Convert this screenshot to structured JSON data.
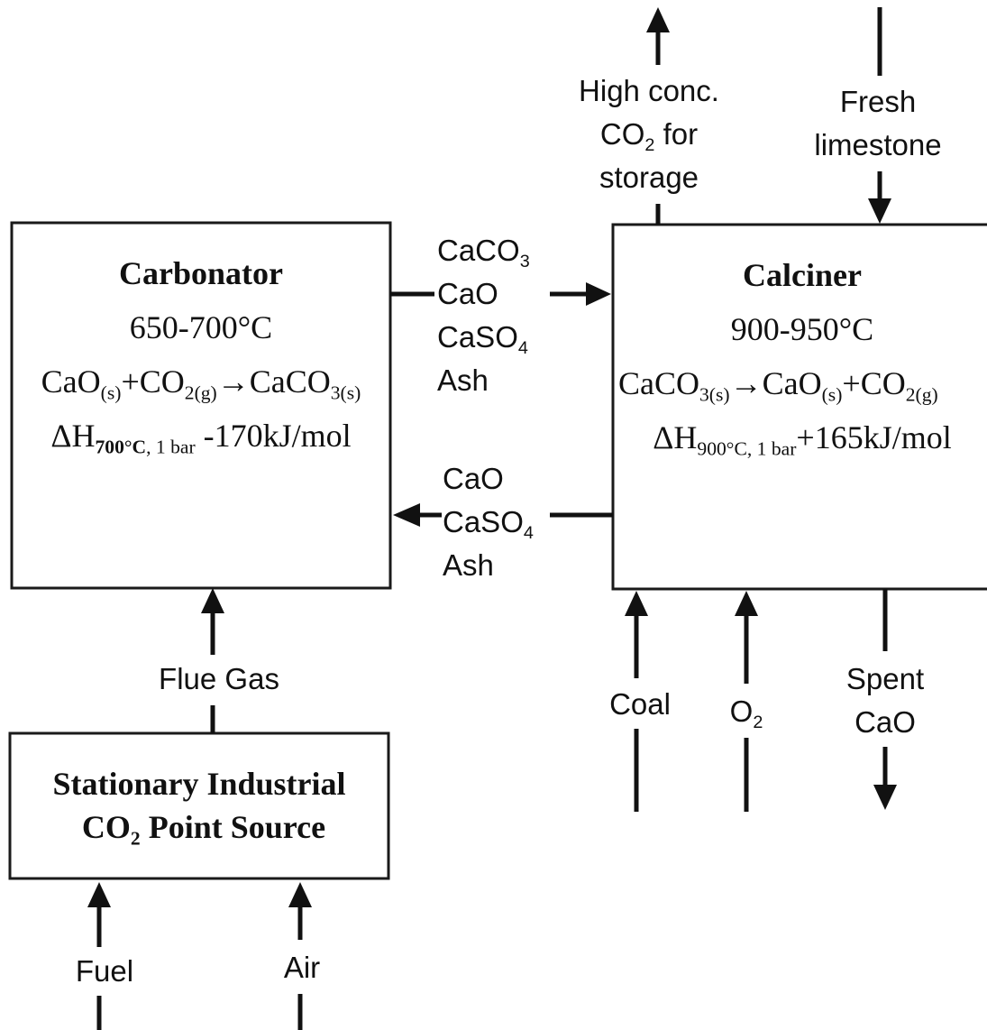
{
  "carbonator": {
    "title": "Carbonator",
    "temperature": "650-700°C",
    "reaction": {
      "p1": "CaO",
      "s1": "(s)",
      "p2": "+CO",
      "s2": "2(g)",
      "p3": "→CaCO",
      "s3": "3(s)"
    },
    "enthalpy": {
      "p1": "ΔH",
      "s1": "700°C",
      "s2": ", 1 bar",
      "p2": " -170kJ/mol"
    }
  },
  "calciner": {
    "title": "Calciner",
    "temperature": "900-950°C",
    "reaction": {
      "p1": "CaCO",
      "s1": "3(s)",
      "p2": "→CaO",
      "s2": "(s)",
      "p3": "+CO",
      "s3": "2(g)"
    },
    "enthalpy": {
      "p1": "ΔH",
      "s1": "900°C, 1 bar",
      "p2": "+165kJ/mol"
    }
  },
  "source": {
    "line1": "Stationary Industrial",
    "line2_a": "CO",
    "line2_sub": "2",
    "line2_b": " Point Source"
  },
  "streams": {
    "to_calciner": {
      "caco3": "CaCO",
      "caco3_sub": "3",
      "cao": "CaO",
      "caso4": "CaSO",
      "caso4_sub": "4",
      "ash": "Ash"
    },
    "to_carbonator": {
      "cao": "CaO",
      "caso4": "CaSO",
      "caso4_sub": "4",
      "ash": "Ash"
    },
    "co2_out": {
      "line1": "High conc.",
      "line2_a": "CO",
      "line2_sub": "2",
      "line2_b": " for",
      "line3": "storage"
    },
    "limestone_in": {
      "line1": "Fresh",
      "line2": "limestone"
    },
    "flue_gas": "Flue Gas",
    "coal": "Coal",
    "oxygen": {
      "main": "O",
      "sub": "2"
    },
    "spent": {
      "line1": "Spent",
      "line2": "CaO"
    },
    "fuel": "Fuel",
    "air": "Air"
  }
}
